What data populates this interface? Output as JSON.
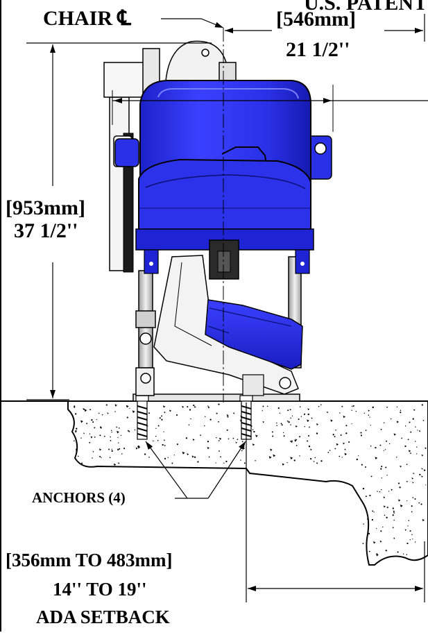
{
  "labels": {
    "patent_partial": "U.S. PATENT",
    "chair_centerline": "CHAIR",
    "centerline_symbol": "℄",
    "width_mm": "[546mm]",
    "width_in": "21 1/2''",
    "height_mm": "[953mm]",
    "height_in": "37 1/2''",
    "anchors": "ANCHORS (4)",
    "setback_mm": "[356mm TO 483mm]",
    "setback_in": "14'' TO 19''",
    "setback_title": "ADA SETBACK"
  },
  "colors": {
    "line": "#000000",
    "seat_blue": "#2a2fe8",
    "seat_blue_dark": "#1216a8",
    "seat_blue_light": "#5a60ff",
    "metal": "#d9d9d9",
    "metal_dark": "#8a8a8a",
    "concrete": "#ffffff"
  }
}
